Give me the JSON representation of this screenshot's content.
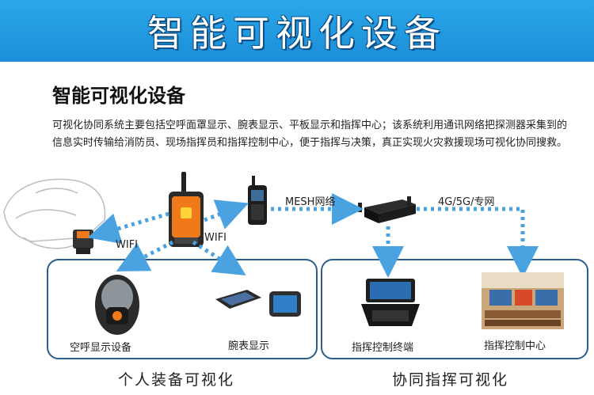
{
  "banner": {
    "title": "智能可视化设备"
  },
  "section": {
    "title": "智能可视化设备",
    "description": "可视化协同系统主要包括空呼面罩显示、腕表显示、平板显示和指挥中心；该系统利用通讯网络把探测器采集到的信息实时传输给消防员、现场指挥员和指挥控制中心，便于指挥与决策，真正实现火灾救援现场可视化协同搜救。"
  },
  "links": {
    "wifi_left": "WIFI",
    "wifi_right": "WIFI",
    "mesh": "MESH网络",
    "cellular": "4G/5G/专网"
  },
  "devices": {
    "mask": "空呼显示设备",
    "watch": "腕表显示",
    "terminal": "指挥控制终端",
    "center": "指挥控制中心"
  },
  "groups": {
    "personal": "个人装备可视化",
    "collab": "协同指挥可视化"
  },
  "colors": {
    "banner": "#1b8ed7",
    "arrow": "#4aa3e0",
    "panel_border": "#2b5e8c",
    "device_orange": "#f07a1a"
  }
}
